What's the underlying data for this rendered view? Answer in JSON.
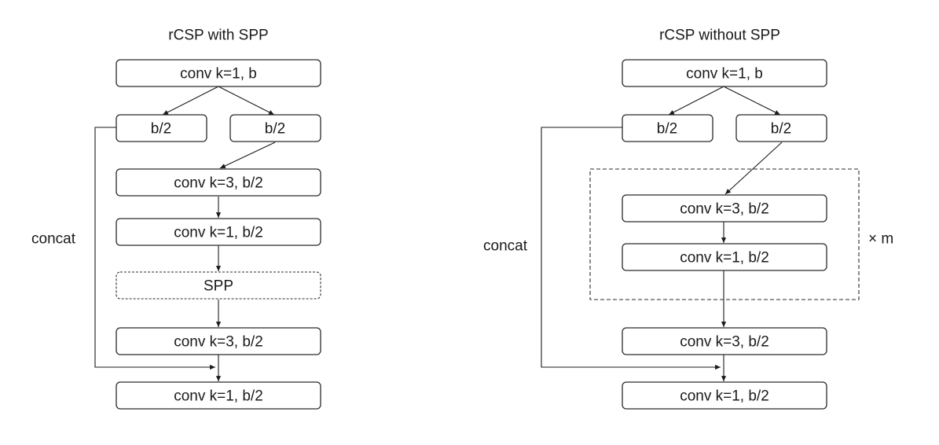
{
  "left": {
    "title": "rCSP with SPP",
    "concat": "concat",
    "box1": "conv k=1, b",
    "split_a": "b/2",
    "split_b": "b/2",
    "conv3a": "conv k=3, b/2",
    "conv1a": "conv k=1, b/2",
    "spp": "SPP",
    "conv3b": "conv k=3, b/2",
    "out": "conv k=1, b/2"
  },
  "right": {
    "title": "rCSP without SPP",
    "concat": "concat",
    "repeat": "× m",
    "box1": "conv k=1, b",
    "split_a": "b/2",
    "split_b": "b/2",
    "conv3a": "conv k=3, b/2",
    "conv1a": "conv k=1, b/2",
    "conv3b": "conv k=3, b/2",
    "out": "conv k=1, b/2"
  }
}
